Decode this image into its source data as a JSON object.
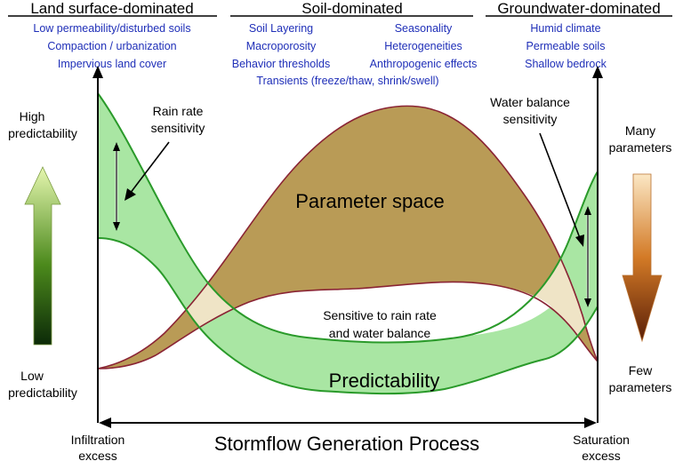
{
  "headers": {
    "land": "Land surface-dominated",
    "soil": "Soil-dominated",
    "groundwater": "Groundwater-dominated"
  },
  "land_items": [
    "Low permeability/disturbed soils",
    "Compaction / urbanization",
    "Impervious land cover"
  ],
  "soil_items_left": [
    "Soil Layering",
    "Macroporosity",
    "Behavior thresholds"
  ],
  "soil_items_right": [
    "Seasonality",
    "Heterogeneities",
    "Anthropogenic effects"
  ],
  "soil_items_bottom": "Transients (freeze/thaw, shrink/swell)",
  "gw_items": [
    "Humid climate",
    "Permeable soils",
    "Shallow bedrock"
  ],
  "left_axis": {
    "high": [
      "High",
      "predictability"
    ],
    "low": [
      "Low",
      "predictability"
    ]
  },
  "right_axis": {
    "many": [
      "Many",
      "parameters"
    ],
    "few": [
      "Few",
      "parameters"
    ]
  },
  "annotations": {
    "rain_rate": [
      "Rain rate",
      "sensitivity"
    ],
    "water_balance": [
      "Water balance",
      "sensitivity"
    ],
    "parameter_space": "Parameter space",
    "sensitive": [
      "Sensitive to rain rate",
      "and water balance"
    ],
    "predictability": "Predictability"
  },
  "x_axis": {
    "title": "Stormflow Generation Process",
    "left": [
      "Infiltration",
      "excess"
    ],
    "right": [
      "Saturation",
      "excess"
    ]
  },
  "colors": {
    "parameter_fill": "#b99b56",
    "parameter_stroke": "#8a2434",
    "predictability_fill": "#a9e6a3",
    "predictability_stroke": "#2a9a2a",
    "overlap_fill": "#efe4c6",
    "blue_text": "#1f2fb8"
  }
}
